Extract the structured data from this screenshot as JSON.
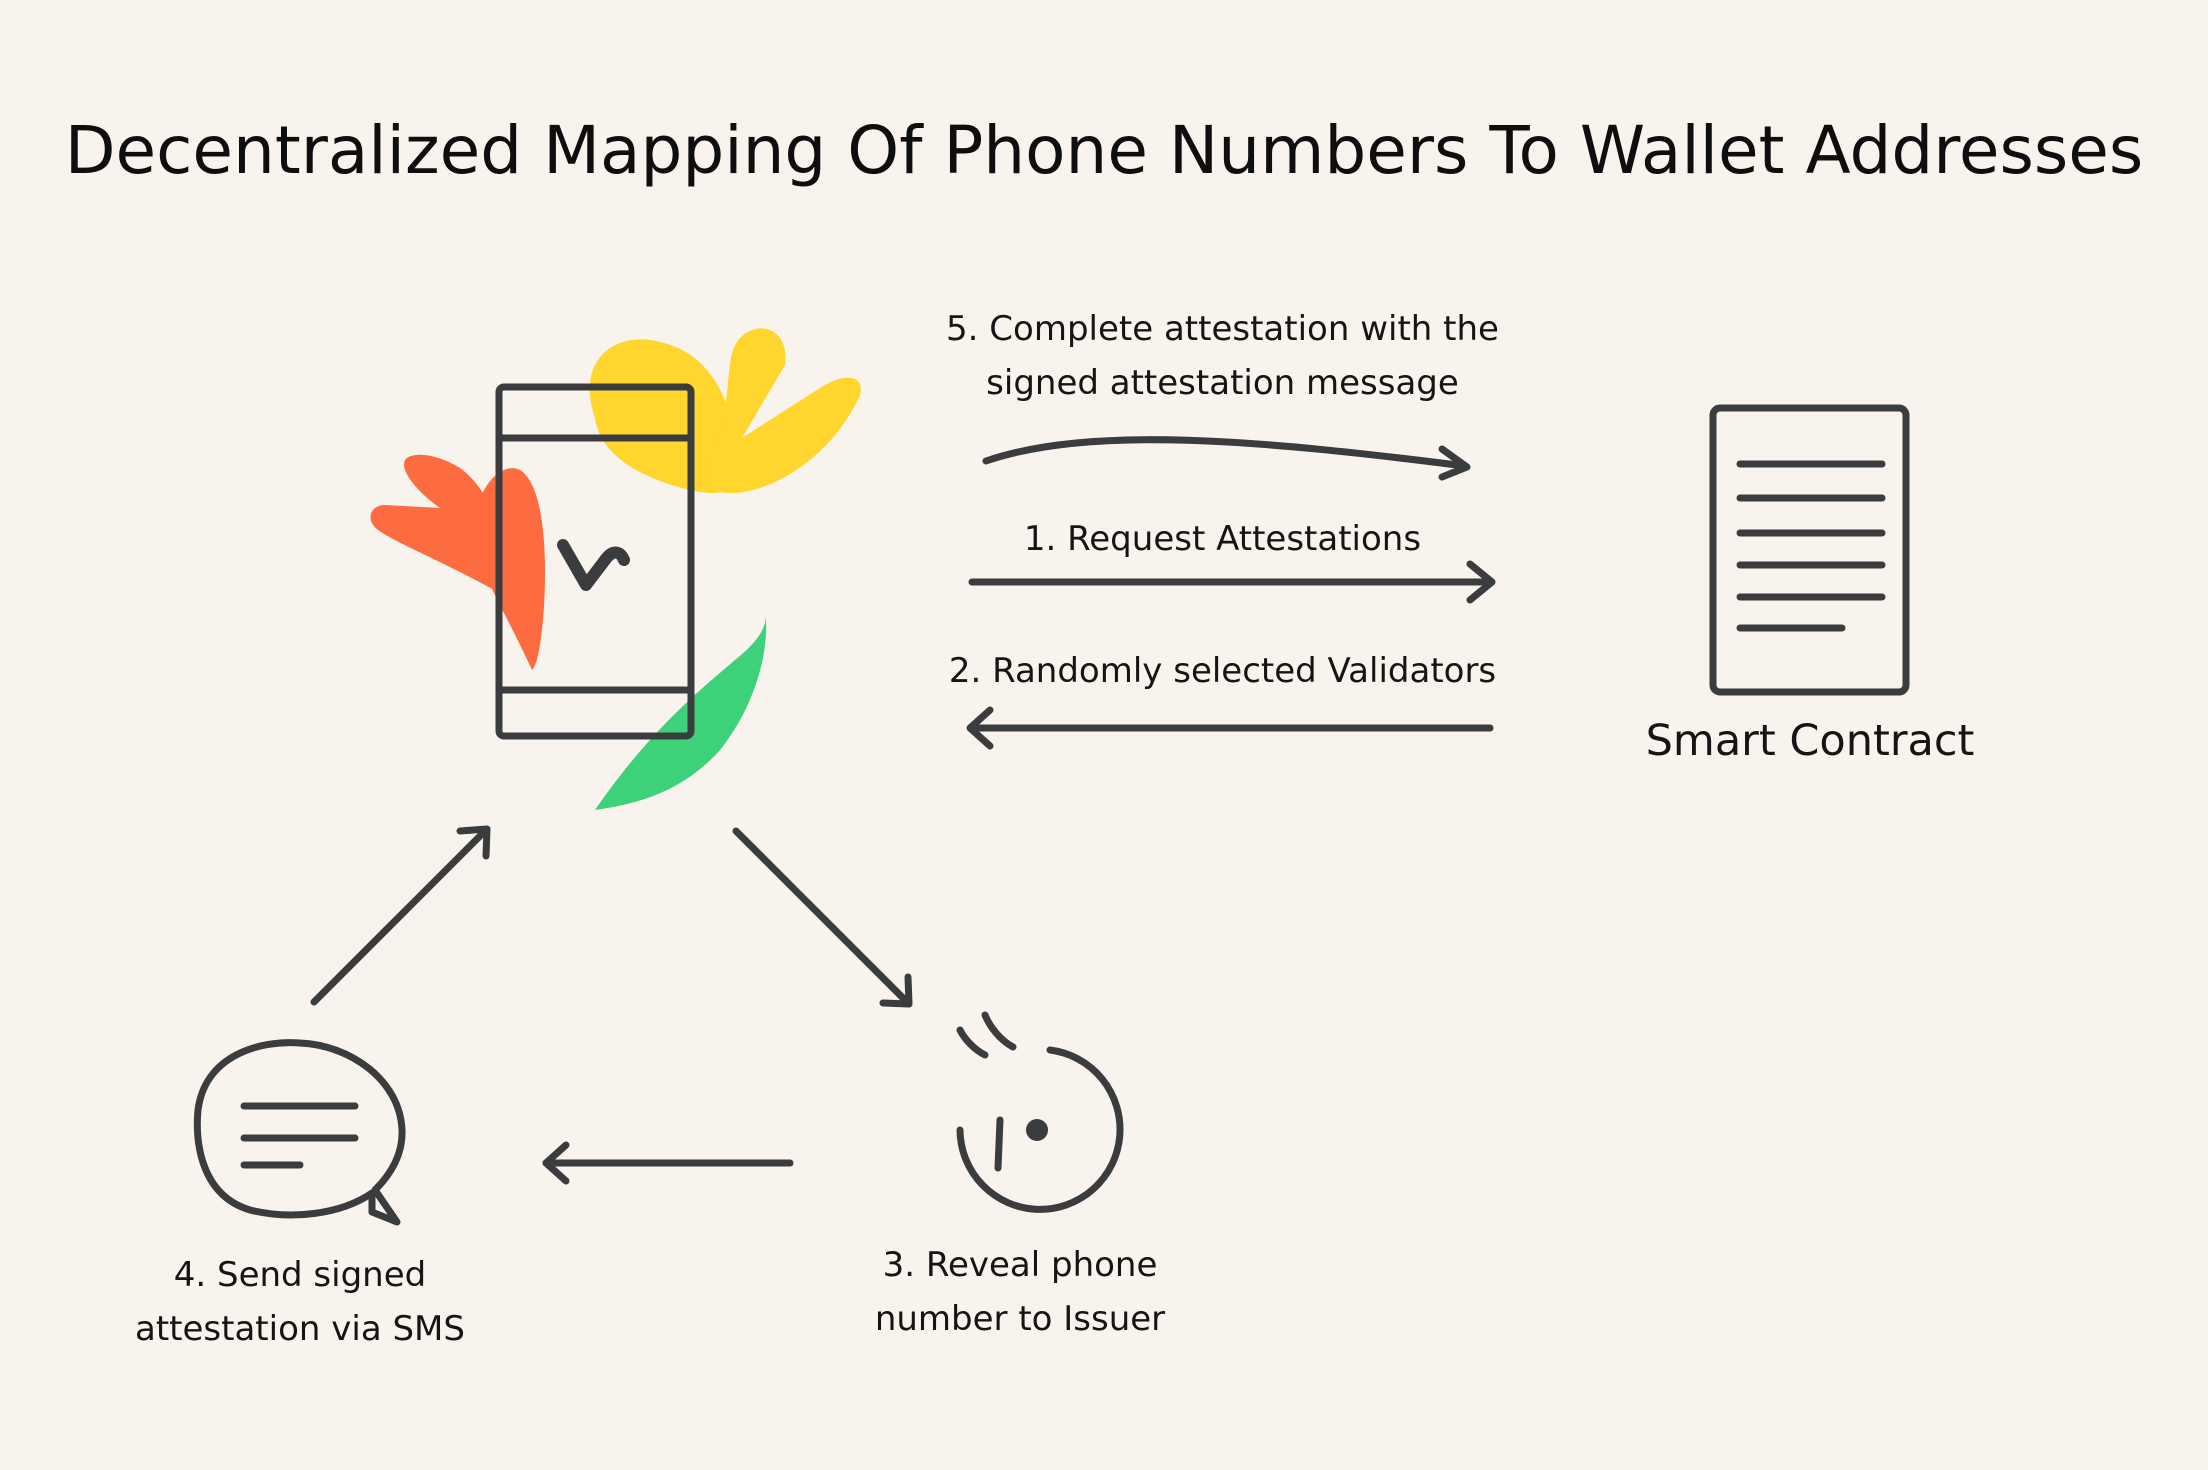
{
  "title": "Decentralized Mapping Of Phone Numbers To Wallet Addresses",
  "steps": {
    "step5": {
      "line1": "5. Complete attestation with the",
      "line2": "signed attestation message"
    },
    "step1": {
      "line1": "1. Request Attestations"
    },
    "step2": {
      "line1": "2. Randomly selected Validators"
    },
    "step3": {
      "line1": "3. Reveal phone",
      "line2": "number to Issuer"
    },
    "step4": {
      "line1": "4. Send signed",
      "line2": "attestation via SMS"
    }
  },
  "nodes": {
    "smart_contract": {
      "label": "Smart Contract",
      "icon": "document-icon"
    },
    "phone": {
      "icon": "phone-with-valora-logo-icon"
    },
    "issuer": {
      "icon": "issuer-face-icon"
    },
    "sms": {
      "icon": "sms-speech-bubble-icon"
    }
  },
  "colors": {
    "background": "#F8F4ED",
    "stroke": "#3A3C3E",
    "petal_yellow": "#FFD52E",
    "petal_orange": "#FC6C40",
    "petal_green": "#3DD179",
    "text": "#151515"
  }
}
